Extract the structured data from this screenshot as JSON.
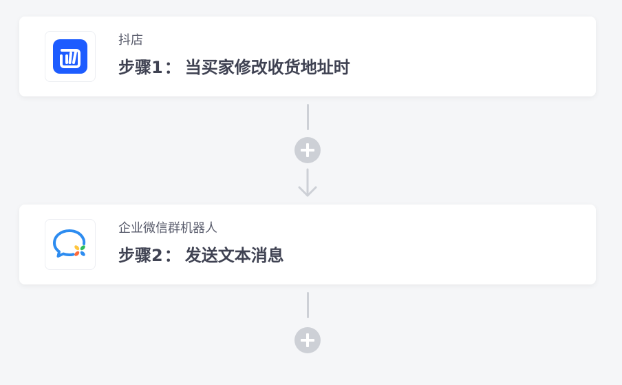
{
  "flow": {
    "steps": [
      {
        "app_name": "抖店",
        "step_label": "步骤1",
        "separator": "：",
        "action": "当买家修改收货地址时",
        "icon": "doudian-app-icon",
        "icon_color": "#1d5cff"
      },
      {
        "app_name": "企业微信群机器人",
        "step_label": "步骤2",
        "separator": "：",
        "action": "发送文本消息",
        "icon": "wecom-robot-app-icon",
        "icon_color": "#2d8cf0"
      }
    ],
    "connector_color": "#cdd0d6",
    "add_button_icon": "plus-icon"
  }
}
